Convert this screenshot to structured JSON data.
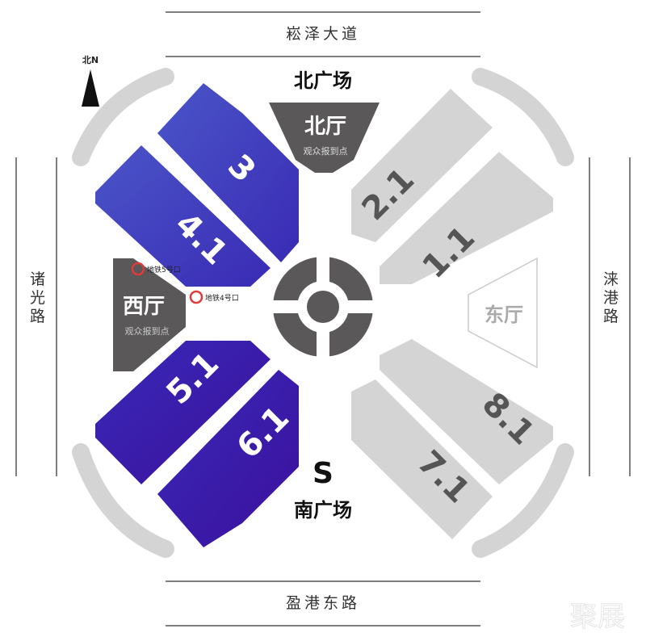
{
  "roads": {
    "north": "崧泽大道",
    "south": "盈港东路",
    "west": "诸光路",
    "east": "涞港路"
  },
  "compass": {
    "label": "北N"
  },
  "plazas": {
    "north": "北广场",
    "south_letter": "S",
    "south": "南广场"
  },
  "lobbies": {
    "north": {
      "name": "北厅",
      "sub": "观众报到点"
    },
    "west": {
      "name": "西厅",
      "sub": "观众报到点"
    },
    "east": {
      "name": "东厅"
    }
  },
  "metro": [
    {
      "label": "地铁5号口"
    },
    {
      "label": "地铁4号口"
    }
  ],
  "halls": {
    "h3": "3",
    "h41": "4.1",
    "h51": "5.1",
    "h61": "6.1",
    "h21": "2.1",
    "h11": "1.1",
    "h81": "8.1",
    "h71": "7.1"
  },
  "watermark": "聚展",
  "colors": {
    "blue": "#3d3fc0",
    "purple": "#3a1bb0",
    "grey": "#d4d4d4",
    "dark": "#5a5858",
    "metro": "#e23a3a"
  }
}
